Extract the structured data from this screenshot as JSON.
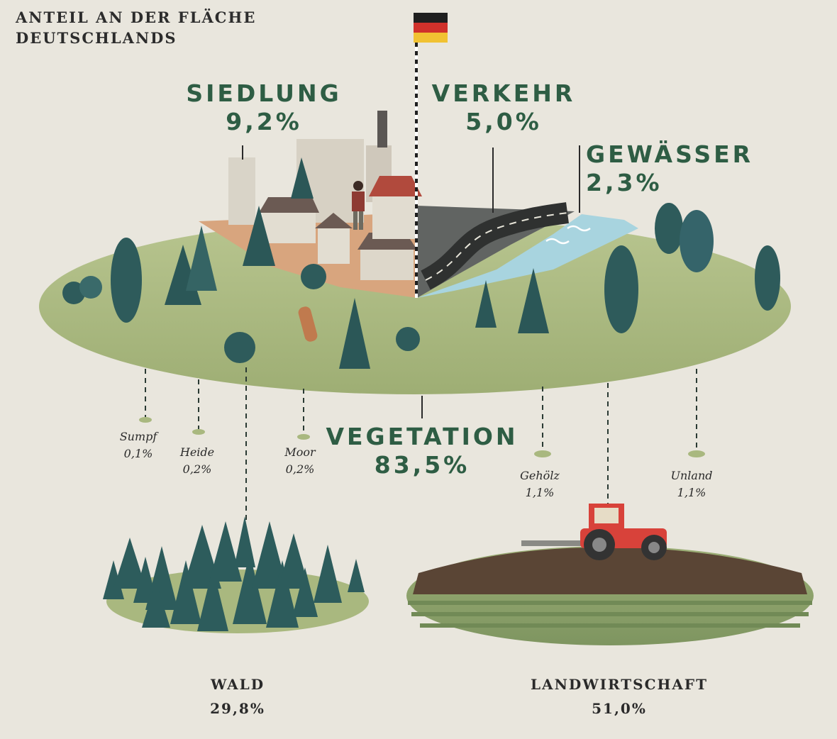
{
  "title": {
    "line1": "ANTEIL AN DER FLÄCHE",
    "line2": "DEUTSCHLANDS"
  },
  "categories": {
    "siedlung": {
      "label": "SIEDLUNG",
      "value": "9,2%"
    },
    "verkehr": {
      "label": "VERKEHR",
      "value": "5,0%"
    },
    "gewaesser": {
      "label": "GEWÄSSER",
      "value": "2,3%"
    },
    "vegetation": {
      "label": "VEGETATION",
      "value": "83,5%"
    }
  },
  "vegetation_parts": {
    "sumpf": {
      "label": "Sumpf",
      "value": "0,1%"
    },
    "heide": {
      "label": "Heide",
      "value": "0,2%"
    },
    "moor": {
      "label": "Moor",
      "value": "0,2%"
    },
    "gehoelz": {
      "label": "Gehölz",
      "value": "1,1%"
    },
    "unland": {
      "label": "Unland",
      "value": "1,1%"
    },
    "wald": {
      "label": "WALD",
      "value": "29,8%"
    },
    "landwirtschaft": {
      "label": "LANDWIRTSCHAFT",
      "value": "51,0%"
    }
  },
  "colors": {
    "background": "#e9e6dd",
    "green_text": "#2e5d44",
    "meadow": "#a9b87f",
    "tree_dark": "#2a5656",
    "tree_light": "#3f7676",
    "water": "#a9d3de",
    "road": "#3a3a3a",
    "tractor": "#d8423a",
    "soil": "#5a4535"
  },
  "icons": [
    "german-flag-icon",
    "tractor-icon",
    "log-icon",
    "person-icon"
  ]
}
